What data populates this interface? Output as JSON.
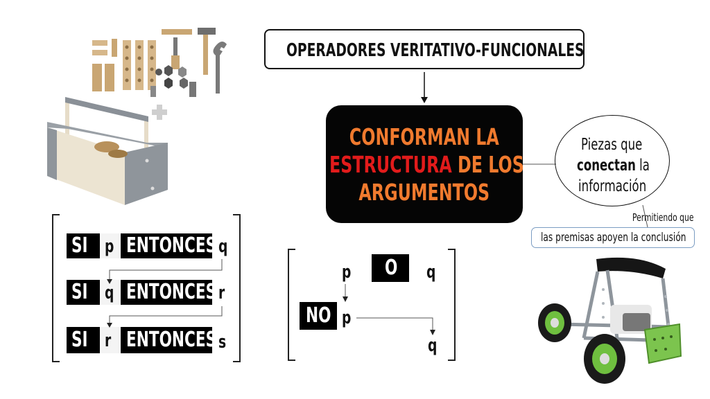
{
  "title": "OPERADORES VERITATIVO-FUNCIONALES",
  "main": {
    "line1": "CONFORMAN LA",
    "line2_red": "ESTRUCTURA",
    "line2_rest": " DE LOS",
    "line3": "ARGUMENTOS"
  },
  "bubble": {
    "line1": "Piezas que",
    "line2_bold": "conectan",
    "line2_rest": " la",
    "line3": "información"
  },
  "permitiendo": "Permitiendo que",
  "premisas": "las premisas apoyen la conclusión",
  "conditional": {
    "si": "SI",
    "entonces": "ENTONCES",
    "rows": [
      {
        "antecedent": "p",
        "consequent": "q"
      },
      {
        "antecedent": "q",
        "consequent": "r"
      },
      {
        "antecedent": "r",
        "consequent": "s"
      }
    ]
  },
  "disjunction": {
    "p": "p",
    "o": "O",
    "q": "q",
    "no": "NO",
    "p2": "p",
    "q2": "q"
  },
  "colors": {
    "orange": "#f07a2e",
    "red": "#e21b1b",
    "box_border": "#7a9cc2"
  },
  "illustrations": [
    "tool-kit-image",
    "toolbox-image",
    "plus-icon",
    "robot-car-image"
  ]
}
